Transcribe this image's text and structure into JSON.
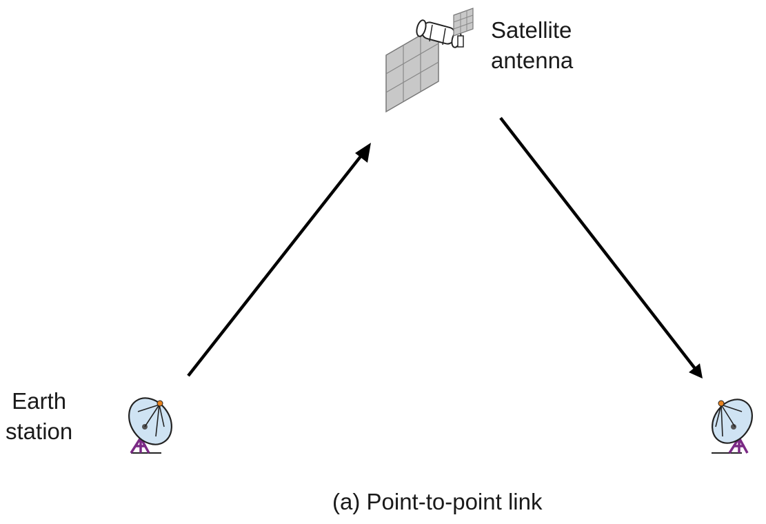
{
  "diagram": {
    "satellite_label_line1": "Satellite",
    "satellite_label_line2": "antenna",
    "earth_label_line1": "Earth",
    "earth_label_line2": "station",
    "caption": "(a) Point-to-point link",
    "icons": {
      "satellite": "satellite-icon",
      "transmit_dish": "dish-antenna-icon",
      "receive_dish": "dish-antenna-icon"
    },
    "colors": {
      "arrow": "#000000",
      "solar_panel": "#c8c8c8",
      "dish": "#cfe3f3",
      "feed": "#e8821e",
      "mount": "#7b2a85"
    }
  }
}
